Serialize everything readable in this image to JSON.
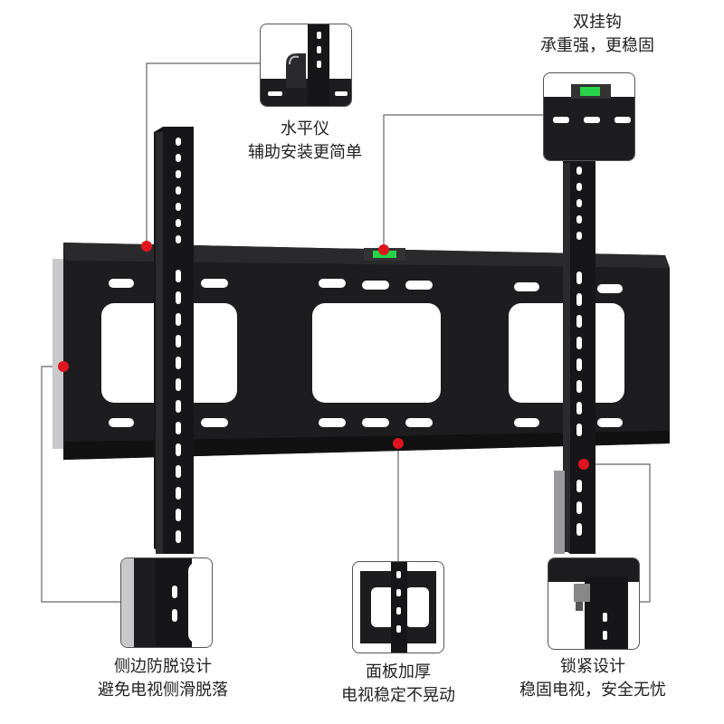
{
  "callouts": {
    "double_hook": {
      "title": "双挂钩",
      "subtitle": "承重强，更稳固"
    },
    "level": {
      "title": "水平仪",
      "subtitle": "辅助安装更简单"
    },
    "side_guard": {
      "title": "侧边防脱设计",
      "subtitle": "避免电视侧滑脱落"
    },
    "thick_panel": {
      "title": "面板加厚",
      "subtitle": "电视稳定不晃动"
    },
    "lock": {
      "title": "锁紧设计",
      "subtitle": "稳固电视，安全无忧"
    }
  },
  "colors": {
    "marker": "#e0141e",
    "metal": "#1b1b1d",
    "level_bubble": "#27d34a",
    "leader": "#666666"
  }
}
